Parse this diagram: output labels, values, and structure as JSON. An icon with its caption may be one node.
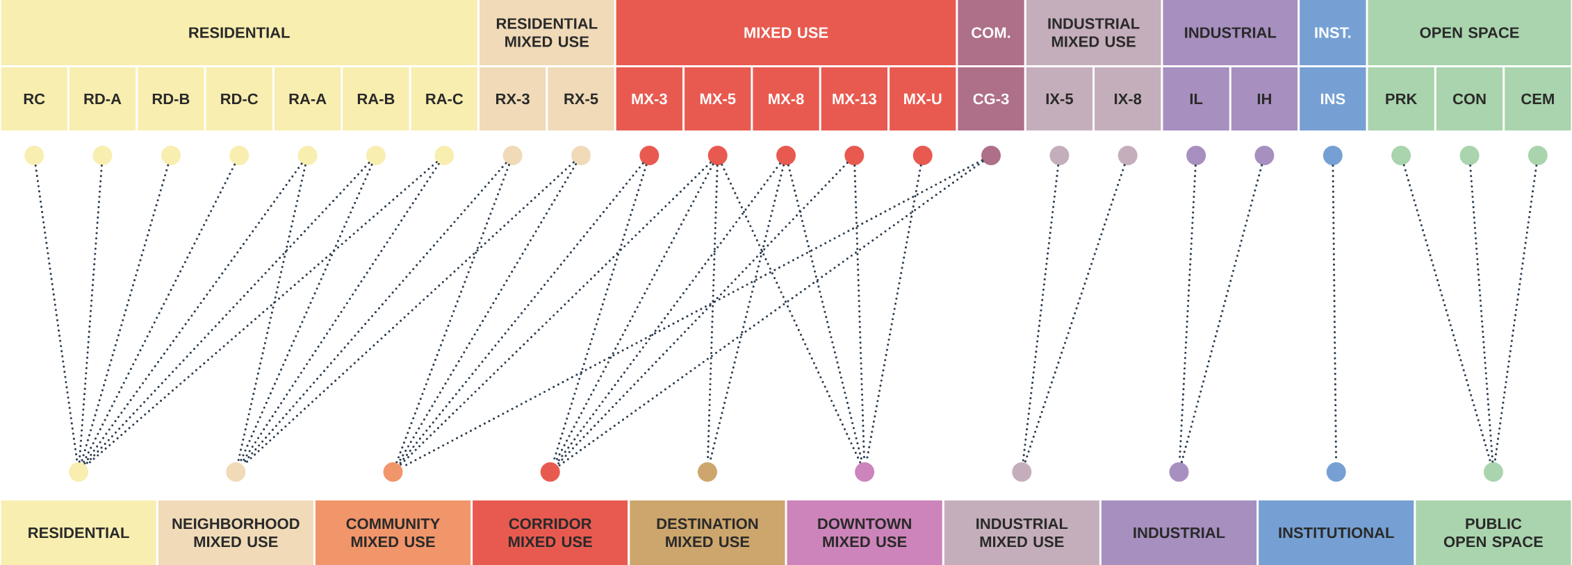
{
  "diagram": {
    "nodes": [
      {
        "text": [
          "RESIDENTIAL"
        ]
      },
      {
        "text": [
          "RESIDENTIAL MIXED USE"
        ]
      },
      {
        "text": [
          "MIXED USE"
        ]
      },
      {
        "text": [
          "COM."
        ]
      },
      {
        "text": [
          "INDUSTRIAL MIXED USE"
        ]
      },
      {
        "text": [
          "INDUSTRIAL"
        ]
      },
      {
        "text": [
          "INST."
        ]
      },
      {
        "text": [
          "OPEN SPACE"
        ]
      },
      {
        "text": [
          "RC"
        ]
      },
      {
        "text": [
          "RD-A"
        ]
      },
      {
        "text": [
          "RD-B"
        ]
      },
      {
        "text": [
          "RD-C"
        ]
      },
      {
        "text": [
          "RA-A"
        ]
      },
      {
        "text": [
          "RA-B"
        ]
      },
      {
        "text": [
          "RA-C"
        ]
      },
      {
        "text": [
          "RX-3"
        ]
      },
      {
        "text": [
          "RX-5"
        ]
      },
      {
        "text": [
          "MX-3"
        ]
      },
      {
        "text": [
          "MX-5"
        ]
      },
      {
        "text": [
          "MX-8"
        ]
      },
      {
        "text": [
          "MX-13"
        ]
      },
      {
        "text": [
          "MX-U"
        ]
      },
      {
        "text": [
          "CG-3"
        ]
      },
      {
        "text": [
          "IX-5"
        ]
      },
      {
        "text": [
          "IX-8"
        ]
      },
      {
        "text": [
          "IL"
        ]
      },
      {
        "text": [
          "IH"
        ]
      },
      {
        "text": [
          "INS"
        ]
      },
      {
        "text": [
          "PRK"
        ]
      },
      {
        "text": [
          "CON"
        ]
      },
      {
        "text": [
          "CEM"
        ]
      },
      {
        "text": [],
        "shape": "circle"
      },
      {
        "text": [],
        "shape": "circle"
      },
      {
        "text": [],
        "shape": "circle"
      },
      {
        "text": [],
        "shape": "circle"
      },
      {
        "text": [],
        "shape": "circle"
      },
      {
        "text": [],
        "shape": "circle"
      },
      {
        "text": [],
        "shape": "circle"
      },
      {
        "text": [],
        "shape": "circle"
      },
      {
        "text": [],
        "shape": "circle"
      },
      {
        "text": [],
        "shape": "circle"
      },
      {
        "text": [],
        "shape": "circle"
      },
      {
        "text": [],
        "shape": "circle"
      },
      {
        "text": [],
        "shape": "circle"
      },
      {
        "text": [],
        "shape": "circle"
      },
      {
        "text": [],
        "shape": "circle"
      },
      {
        "text": [],
        "shape": "circle"
      },
      {
        "text": [],
        "shape": "circle"
      },
      {
        "text": [],
        "shape": "circle"
      },
      {
        "text": [],
        "shape": "circle"
      },
      {
        "text": [],
        "shape": "circle"
      },
      {
        "text": [],
        "shape": "circle"
      },
      {
        "text": [],
        "shape": "circle"
      },
      {
        "text": [],
        "shape": "circle"
      },
      {
        "text": [],
        "shape": "circle"
      },
      {
        "text": [],
        "shape": "circle"
      },
      {
        "text": [],
        "shape": "circle"
      },
      {
        "text": [],
        "shape": "circle"
      },
      {
        "text": [],
        "shape": "circle"
      },
      {
        "text": [],
        "shape": "circle"
      },
      {
        "text": [],
        "shape": "circle"
      },
      {
        "text": [],
        "shape": "circle"
      },
      {
        "text": [],
        "shape": "circle"
      },
      {
        "text": [],
        "shape": "circle"
      },
      {
        "text": [
          "RESIDENTIAL"
        ]
      },
      {
        "text": [
          "NEIGHBORHOOD MIXED USE"
        ]
      },
      {
        "text": [
          "COMMUNITY MIXED USE"
        ]
      },
      {
        "text": [
          "CORRIDOR MIXED USE"
        ]
      },
      {
        "text": [
          "DESTINATION MIXED USE"
        ]
      },
      {
        "text": [
          "DOWNTOWN MIXED USE"
        ]
      },
      {
        "text": [
          "INDUSTRIAL MIXED USE"
        ]
      },
      {
        "text": [
          "INDUSTRIAL"
        ]
      },
      {
        "text": [
          "INSTITUTIONAL"
        ]
      },
      {
        "text": [
          "PUBLIC OPEN SPACE"
        ]
      }
    ],
    "edges": [
      {
        "from": 31,
        "to": 54,
        "arrow": "none"
      },
      {
        "from": 32,
        "to": 54,
        "arrow": "none"
      },
      {
        "from": 33,
        "to": 54,
        "arrow": "none"
      },
      {
        "from": 34,
        "to": 54,
        "arrow": "none"
      },
      {
        "from": 35,
        "to": 54,
        "arrow": "none"
      },
      {
        "from": 36,
        "to": 54,
        "arrow": "none"
      },
      {
        "from": 37,
        "to": 54,
        "arrow": "none"
      },
      {
        "from": 35,
        "to": 55,
        "arrow": "none"
      },
      {
        "from": 36,
        "to": 55,
        "arrow": "none"
      },
      {
        "from": 37,
        "to": 55,
        "arrow": "none"
      },
      {
        "from": 38,
        "to": 55,
        "arrow": "none"
      },
      {
        "from": 39,
        "to": 55,
        "arrow": "none"
      },
      {
        "from": 38,
        "to": 56,
        "arrow": "none"
      },
      {
        "from": 39,
        "to": 56,
        "arrow": "none"
      },
      {
        "from": 40,
        "to": 56,
        "arrow": "none"
      },
      {
        "from": 41,
        "to": 56,
        "arrow": "none"
      },
      {
        "from": 45,
        "to": 56,
        "arrow": "none"
      },
      {
        "from": 40,
        "to": 57,
        "arrow": "none"
      },
      {
        "from": 41,
        "to": 57,
        "arrow": "none"
      },
      {
        "from": 42,
        "to": 57,
        "arrow": "none"
      },
      {
        "from": 43,
        "to": 57,
        "arrow": "none"
      },
      {
        "from": 45,
        "to": 57,
        "arrow": "none"
      },
      {
        "from": 41,
        "to": 58,
        "arrow": "none"
      },
      {
        "from": 42,
        "to": 58,
        "arrow": "none"
      },
      {
        "from": 41,
        "to": 59,
        "arrow": "none"
      },
      {
        "from": 42,
        "to": 59,
        "arrow": "none"
      },
      {
        "from": 43,
        "to": 59,
        "arrow": "none"
      },
      {
        "from": 44,
        "to": 59,
        "arrow": "none"
      },
      {
        "from": 46,
        "to": 60,
        "arrow": "none"
      },
      {
        "from": 47,
        "to": 60,
        "arrow": "none"
      },
      {
        "from": 48,
        "to": 61,
        "arrow": "none"
      },
      {
        "from": 49,
        "to": 61,
        "arrow": "none"
      },
      {
        "from": 50,
        "to": 62,
        "arrow": "none"
      },
      {
        "from": 51,
        "to": 63,
        "arrow": "none"
      },
      {
        "from": 52,
        "to": 63,
        "arrow": "none"
      },
      {
        "from": 53,
        "to": 63,
        "arrow": "none"
      }
    ]
  }
}
